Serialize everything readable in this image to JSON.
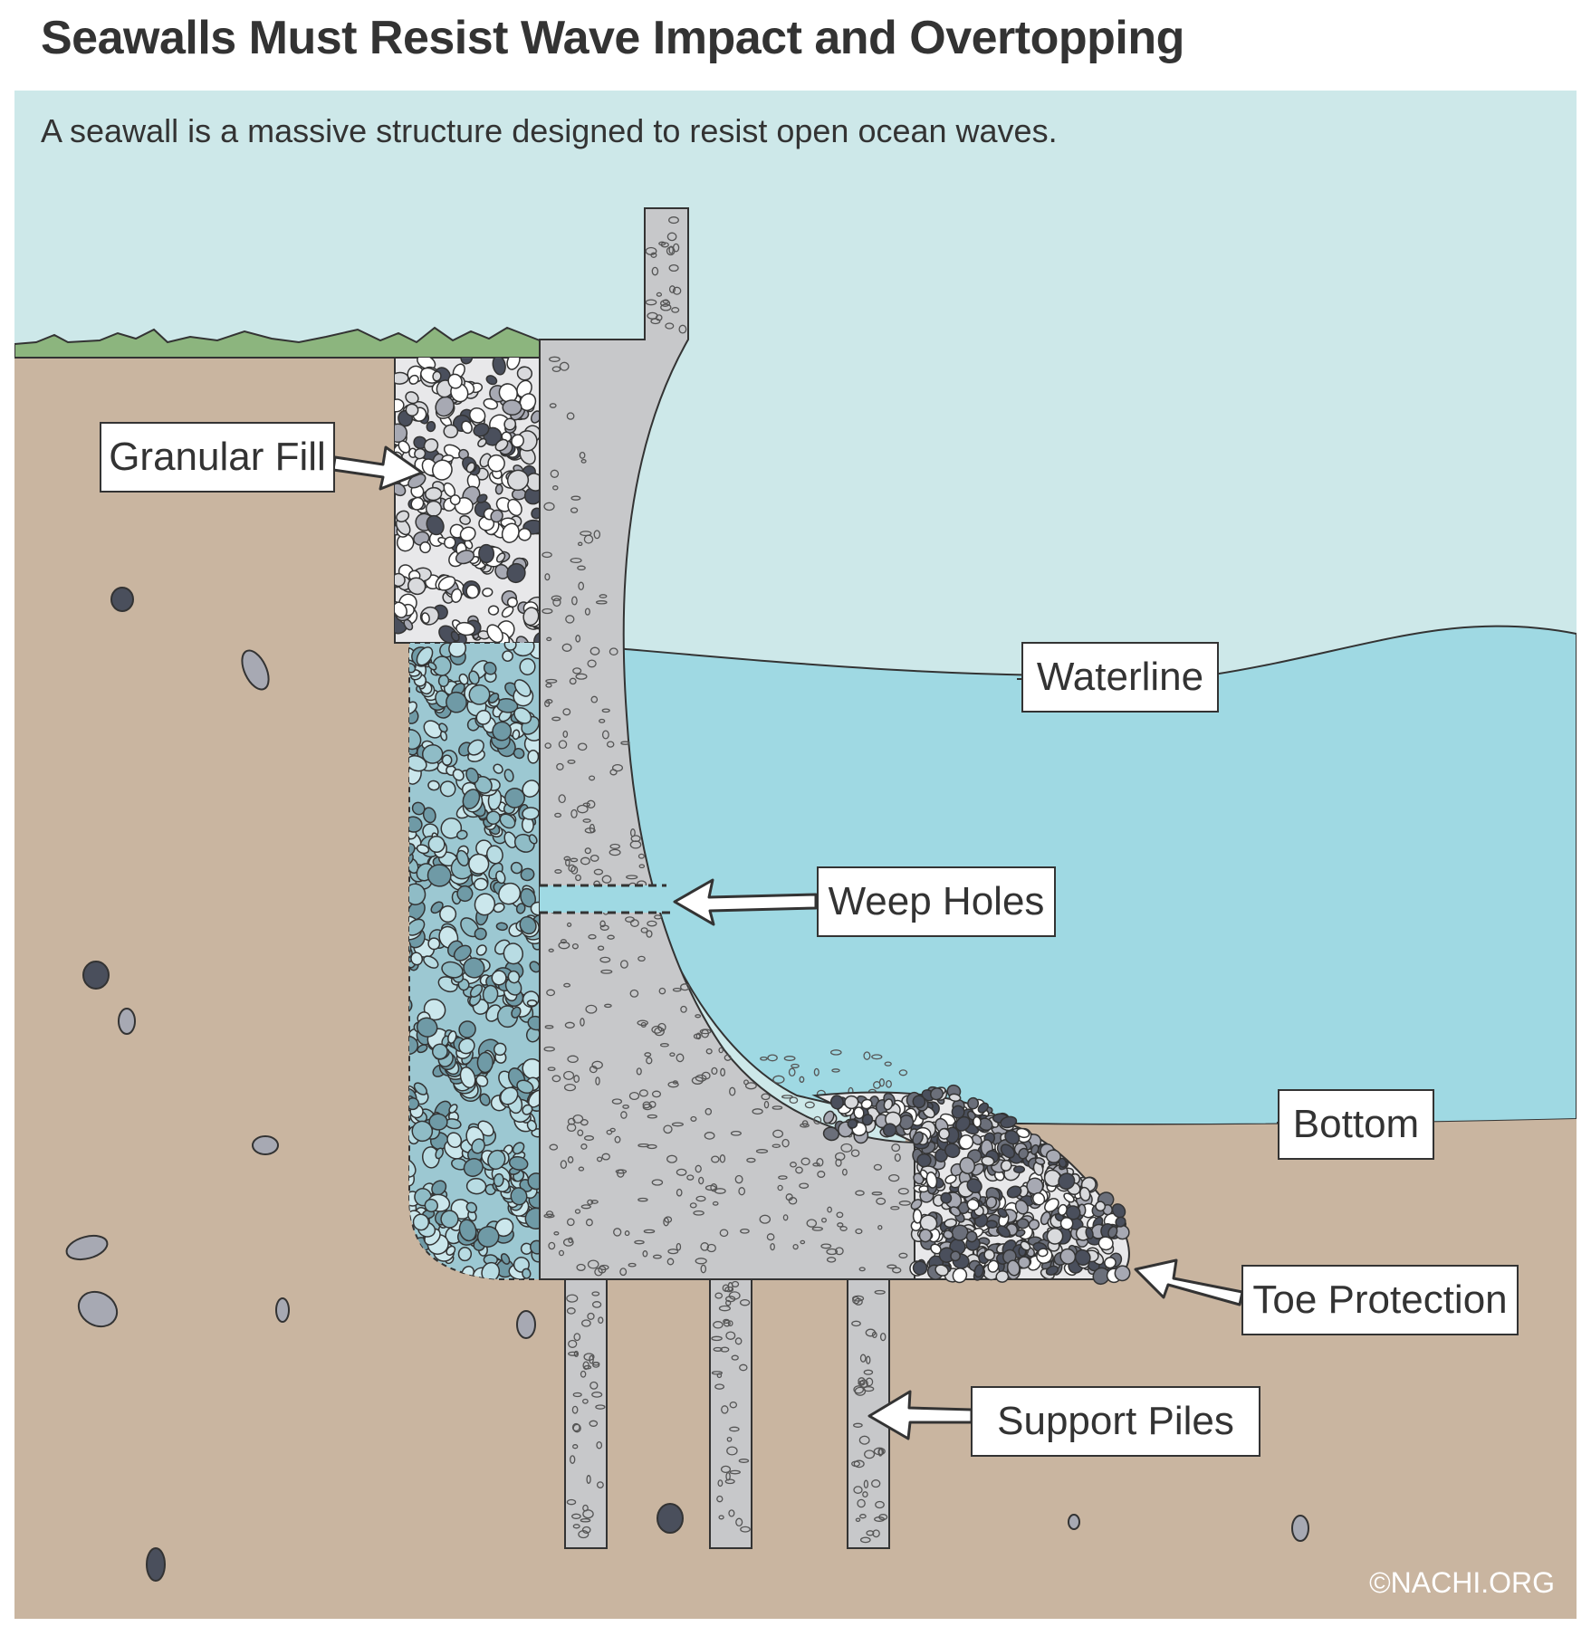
{
  "title": "Seawalls Must Resist Wave Impact and Overtopping",
  "subtitle": "A seawall is a massive structure designed to resist open ocean waves.",
  "labels": {
    "granular_fill": "Granular Fill",
    "waterline": "Waterline",
    "weep_holes": "Weep Holes",
    "bottom": "Bottom",
    "toe_protection": "Toe Protection",
    "support_piles": "Support Piles"
  },
  "credit": "©NACHI.ORG",
  "colors": {
    "sky": "#cde8e9",
    "water": "#9fd9e3",
    "soil": "#c9b5a0",
    "grass": "#8cb57e",
    "concrete": "#c7c8ca",
    "fill_stone": "#e8e8ea",
    "wet_fill": "#9cc8d2",
    "outline": "#333333"
  },
  "icons": [
    "arrow-icon"
  ]
}
